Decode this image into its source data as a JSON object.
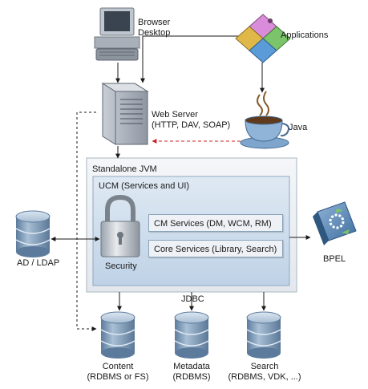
{
  "diagram": {
    "browser": {
      "line1": "Browser",
      "line2": "Desktop"
    },
    "applications": "Applications",
    "web_server": {
      "line1": "Web Server",
      "line2": "(HTTP, DAV, SOAP)"
    },
    "java": "Java",
    "standalone_jvm": "Standalone JVM",
    "ucm": "UCM (Services and UI)",
    "cm_services": "CM Services (DM, WCM, RM)",
    "core_services": "Core Services (Library, Search)",
    "security": "Security",
    "ad_ldap": "AD / LDAP",
    "bpel": "BPEL",
    "jdbc": "JDBC",
    "content": {
      "line1": "Content",
      "line2": "(RDBMS or FS)"
    },
    "metadata": {
      "line1": "Metadata",
      "line2": "(RDBMS)"
    },
    "search": {
      "line1": "Search",
      "line2": "(RDBMS, VDK, ...)"
    }
  },
  "colors": {
    "db_blue": "#7e9bb9",
    "jvm_fill": "#e8edf2",
    "ucm_fill": "#c9d9ea",
    "dashed_red": "#cc2222",
    "accent_teal": "#2a9d8f"
  }
}
